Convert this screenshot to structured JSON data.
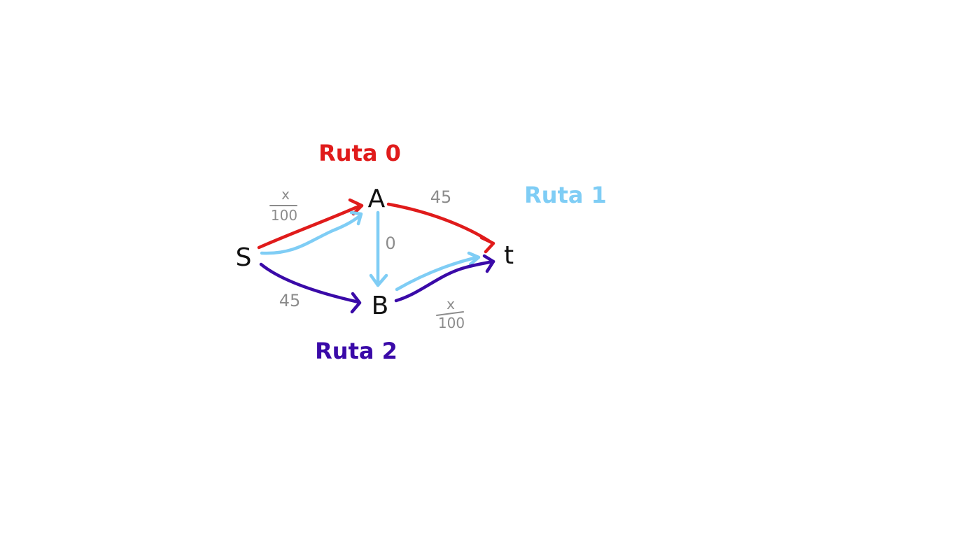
{
  "diagram": {
    "colors": {
      "route0": "#e01b1b",
      "route1": "#7fcdf5",
      "route2": "#3a0aa8",
      "node": "#111111",
      "weight": "#8c8c8c"
    },
    "routes": {
      "route0": "Ruta 0",
      "route1": "Ruta 1",
      "route2": "Ruta 2"
    },
    "nodes": {
      "s": "S",
      "a": "A",
      "b": "B",
      "t": "t"
    },
    "weights": {
      "sa_num": "x",
      "sa_den": "100",
      "at": "45",
      "ab": "0",
      "sb": "45",
      "bt_num": "x",
      "bt_den": "100"
    }
  }
}
